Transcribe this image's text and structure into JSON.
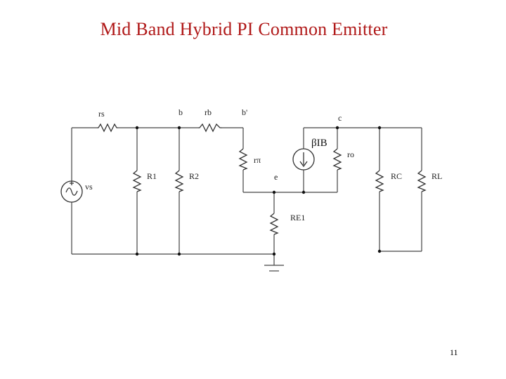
{
  "slide": {
    "title": "Mid Band Hybrid PI Common Emitter",
    "page_number": "11"
  },
  "circuit": {
    "labels": {
      "rs": "rs",
      "b": "b",
      "rb": "rb",
      "b_prime": "b'",
      "c": "c",
      "beta_ib": "βIB",
      "r_pi": "rπ",
      "ro": "ro",
      "e": "e",
      "vs": "vs",
      "r1": "R1",
      "r2": "R2",
      "rc": "RC",
      "rl": "RL",
      "re1": "RE1"
    }
  }
}
